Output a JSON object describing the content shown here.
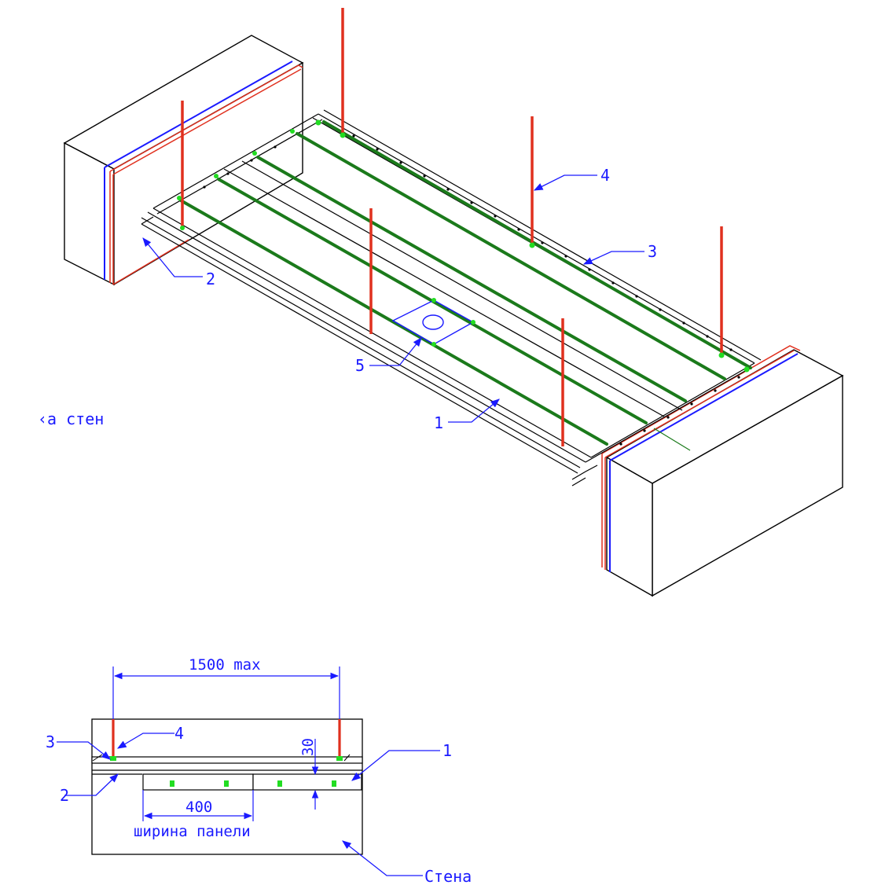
{
  "iso_view": {
    "callouts": [
      "1",
      "2",
      "3",
      "4",
      "5"
    ],
    "side_note": "‹а стен"
  },
  "section_view": {
    "dimension_span": "1500 max",
    "dimension_height": "30",
    "dimension_panel": "400",
    "panel_width_label": "ширина панели",
    "callouts": [
      "1",
      "2",
      "3",
      "4"
    ],
    "wall_label": "Стена"
  },
  "colors": {
    "line": "#000000",
    "hanger": "#e0301e",
    "rail": "#1b7a1b",
    "node": "#22dd22",
    "annotation": "#1a1aff",
    "wall_fill": "#ffffff"
  }
}
